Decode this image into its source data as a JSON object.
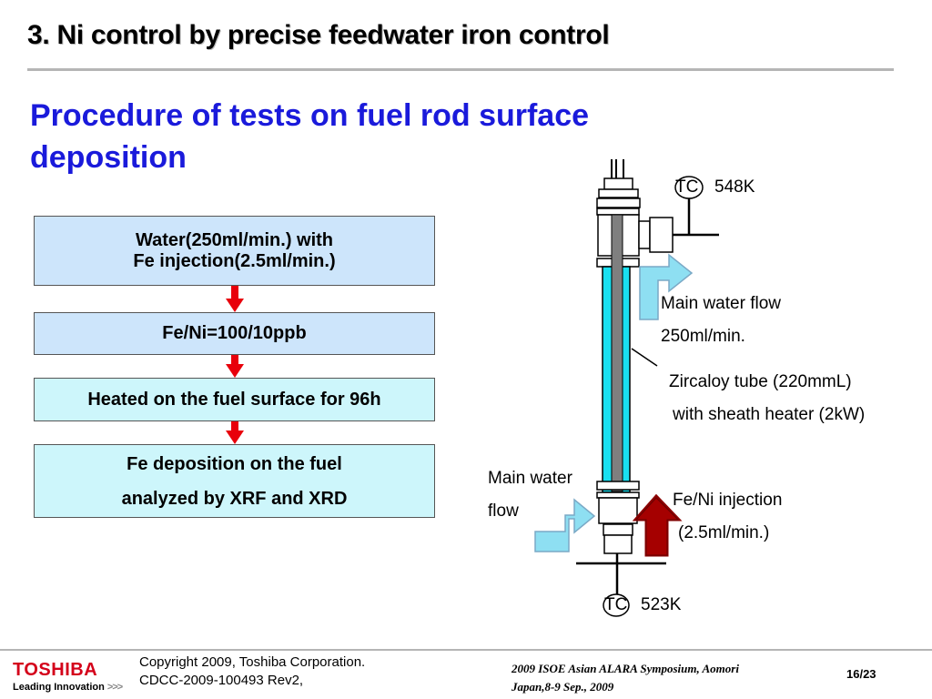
{
  "slide": {
    "title": "3. Ni control by precise feedwater iron control",
    "subtitle": "Procedure of tests on fuel rod surface deposition"
  },
  "flow_steps": [
    {
      "lines": [
        "Water(250ml/min.) with",
        "Fe injection(2.5ml/min.)"
      ]
    },
    {
      "lines": [
        "Fe/Ni=100/10ppb"
      ]
    },
    {
      "lines": [
        "Heated on the fuel surface for 96h"
      ]
    },
    {
      "lines": [
        "Fe deposition on the fuel",
        "analyzed by XRF and XRD"
      ]
    }
  ],
  "diagram": {
    "tc_top": "TC",
    "tc_top_temp": "548K",
    "tc_bottom": "TC",
    "tc_bottom_temp": "523K",
    "outlet_label_1": "Main water flow",
    "outlet_label_2": "250ml/min.",
    "tube_label_1": "Zircaloy tube (220mmL)",
    "tube_label_2": "with sheath heater (2kW)",
    "inlet_label_1": "Main water",
    "inlet_label_2": "flow",
    "injection_label_1": "Fe/Ni injection",
    "injection_label_2": "(2.5ml/min.)"
  },
  "colors": {
    "title_blue": "#1a1adb",
    "box_blue": "#cde5fb",
    "box_cyan": "#cdf6fb",
    "arrow_red": "#e8000b",
    "tube_cyan": "#19e0f0",
    "heater_gray": "#7f7f7f",
    "flow_arrow_fill": "#8edff2",
    "injection_arrow": "#8b0000",
    "brand_red": "#d4001a"
  },
  "footer": {
    "brand": "TOSHIBA",
    "tagline": "Leading Innovation",
    "tagline_mark": ">>>",
    "copyright_1": "Copyright 2009, Toshiba Corporation.",
    "copyright_2": "CDCC-2009-100493 Rev2,",
    "symposium_1": "2009 ISOE Asian ALARA Symposium, Aomori",
    "symposium_2": "Japan,8-9 Sep., 2009",
    "page": "16/23"
  }
}
